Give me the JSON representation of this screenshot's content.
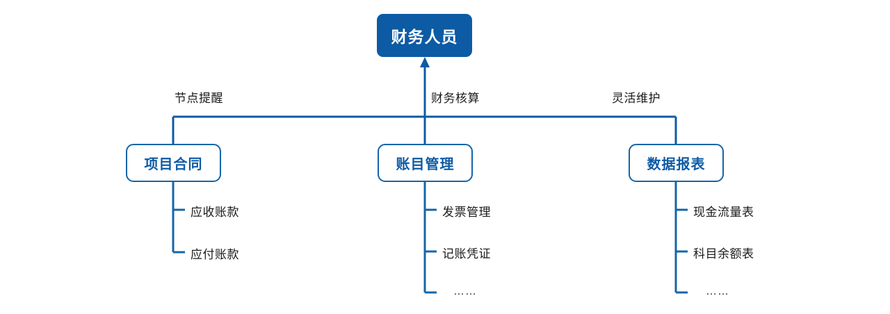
{
  "diagram": {
    "type": "tree",
    "title_node": {
      "label": "财务人员",
      "fill": "#0D5BA5",
      "text_color": "#FFFFFF"
    },
    "accent_color": "#0D5BA5",
    "border_color": "#1565A8",
    "text_color": "#1A1A1A",
    "branches": [
      {
        "edge_label": "节点提醒",
        "node_label": "项目合同",
        "leaves": [
          "应收账款",
          "应付账款"
        ]
      },
      {
        "edge_label": "财务核算",
        "node_label": "账目管理",
        "leaves": [
          "发票管理",
          "记账凭证",
          "……"
        ]
      },
      {
        "edge_label": "灵活维护",
        "node_label": "数据报表",
        "leaves": [
          "现金流量表",
          "科目余额表",
          "……"
        ]
      }
    ]
  }
}
